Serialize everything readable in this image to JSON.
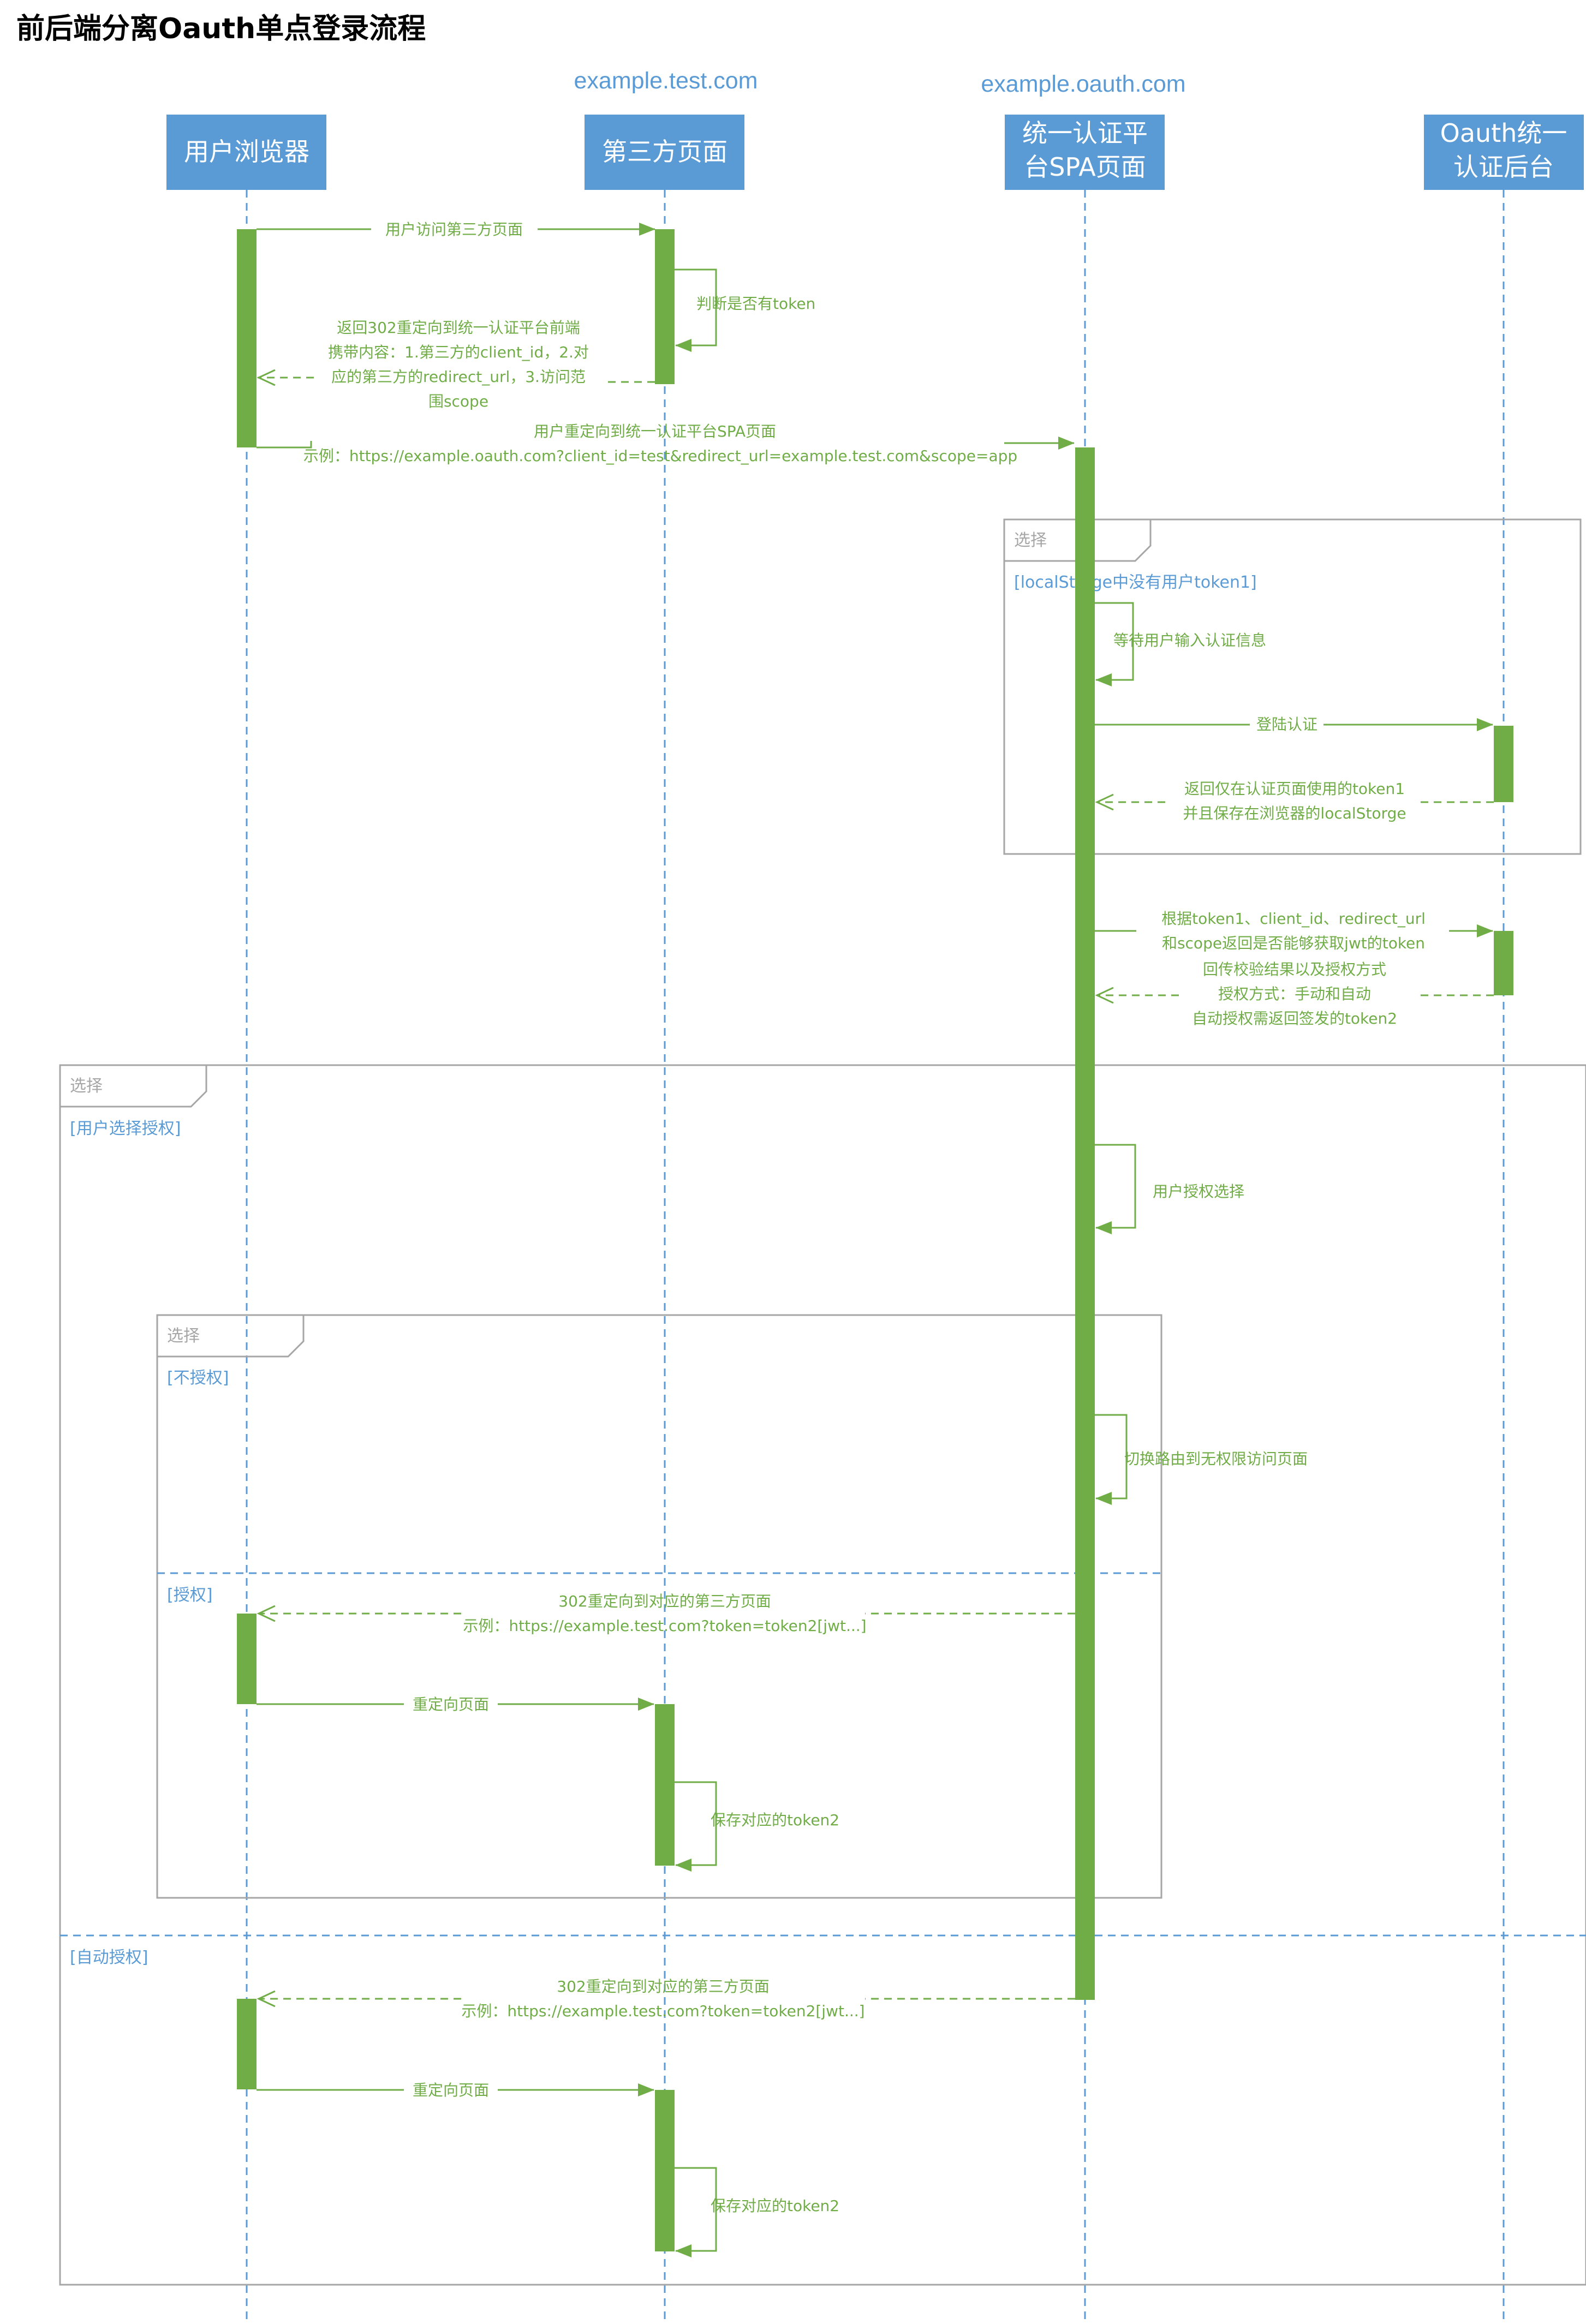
{
  "title": "前后端分离Oauth单点登录流程",
  "domains": {
    "third_party": "example.test.com",
    "oauth": "example.oauth.com"
  },
  "participants": {
    "browser": "用户浏览器",
    "third_party": "第三方页面",
    "spa_line1": "统一认证平",
    "spa_line2": "台SPA页面",
    "backend_line1": "Oauth统一",
    "backend_line2": "认证后台"
  },
  "messages": {
    "m1": "用户访问第三方页面",
    "m2": "判断是否有token",
    "m3_l1": "返回302重定向到统一认证平台前端",
    "m3_l2": "携带内容：1.第三方的client_id，2.对",
    "m3_l3": "应的第三方的redirect_url，3.访问范",
    "m3_l4": "围scope",
    "m4_l1": "用户重定向到统一认证平台SPA页面",
    "m4_l2": "示例：https://example.oauth.com?client_id=test&redirect_url=example.test.com&scope=app",
    "m5": "等待用户输入认证信息",
    "m6": "登陆认证",
    "m7_l1": "返回仅在认证页面使用的token1",
    "m7_l2": "并且保存在浏览器的localStorge",
    "m8_l1": "根据token1、client_id、redirect_url",
    "m8_l2": "和scope返回是否能够获取jwt的token",
    "m9_l1": "回传校验结果以及授权方式",
    "m9_l2": "授权方式：手动和自动",
    "m9_l3": "自动授权需返回签发的token2",
    "m10": "用户授权选择",
    "m11": "切换路由到无权限访问页面",
    "m12_l1": "302重定向到对应的第三方页面",
    "m12_l2": "示例：https://example.test.com?token=token2[jwt...]",
    "m13": "重定向页面",
    "m14": "保存对应的token2",
    "m15_l1": "302重定向到对应的第三方页面",
    "m15_l2": "示例：https://example.test.com?token=token2[jwt...]",
    "m16": "重定向页面",
    "m17": "保存对应的token2"
  },
  "frames": {
    "alt1": {
      "label": "选择",
      "guard": "[localStorge中没有用户token1]"
    },
    "alt2": {
      "label": "选择",
      "guard1": "[用户选择授权]",
      "guard2": "[自动授权]"
    },
    "alt3": {
      "label": "选择",
      "guard1": "[不授权]",
      "guard2": "[授权]"
    }
  },
  "colors": {
    "participant_fill": "#5b9bd5",
    "activation": "#70ad47",
    "lifeline": "#5b9bd5",
    "frame_border": "#a6a6a6"
  }
}
